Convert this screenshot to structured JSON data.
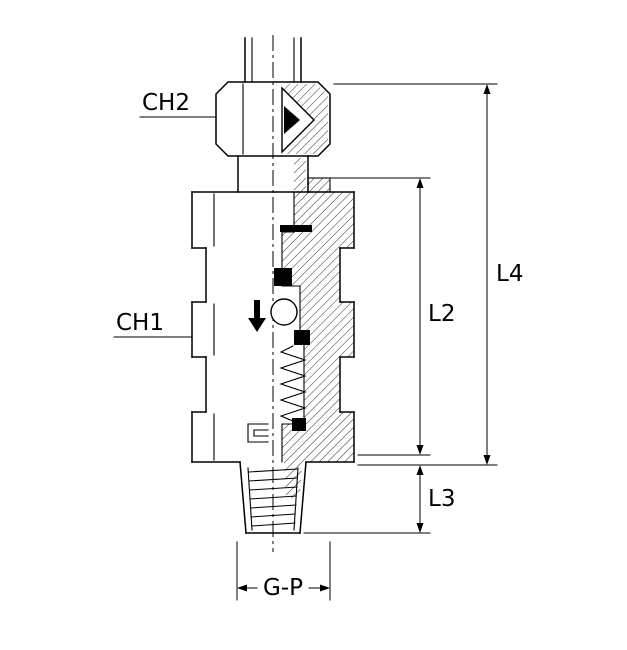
{
  "drawing": {
    "title_hint": "",
    "labels": {
      "ch2": "CH2",
      "ch1": "CH1",
      "l4": "L4",
      "l2": "L2",
      "l3": "L3",
      "gp": "G-P"
    },
    "colors": {
      "line": "#000000",
      "background": "#ffffff"
    }
  }
}
